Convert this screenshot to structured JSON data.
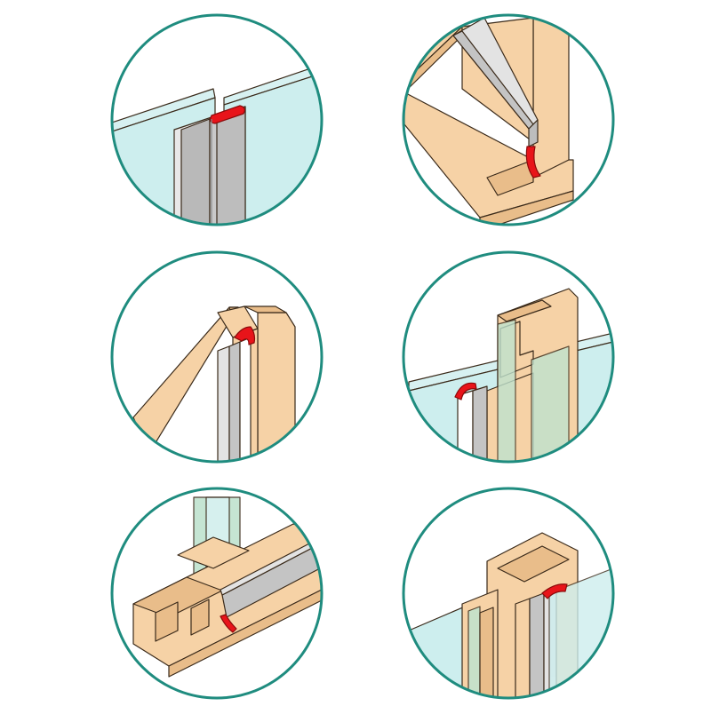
{
  "colors": {
    "ring": "#1f8c7f",
    "wood": "#f6d2a6",
    "wood_dark": "#e9bd8a",
    "glass": "#cdeeee",
    "glass_green": "#bfe3cf",
    "seal_grey": "#c4c4c4",
    "seal_light": "#e3e3e3",
    "seal_red": "#e8141a",
    "outline": "#3a2a1a"
  },
  "panels": [
    {
      "id": "glass-edge-seal",
      "icon": "glass-panel-gap-seal-icon"
    },
    {
      "id": "frame-channel-seal",
      "icon": "wood-frame-channel-seal-icon"
    },
    {
      "id": "frame-rebate-seal",
      "icon": "wood-frame-rebate-seal-icon"
    },
    {
      "id": "glass-post-seal",
      "icon": "glass-post-seal-icon"
    },
    {
      "id": "sill-glazing-seal",
      "icon": "sill-glazing-seal-icon"
    },
    {
      "id": "double-glass-frame-seal",
      "icon": "double-glass-frame-seal-icon"
    }
  ]
}
